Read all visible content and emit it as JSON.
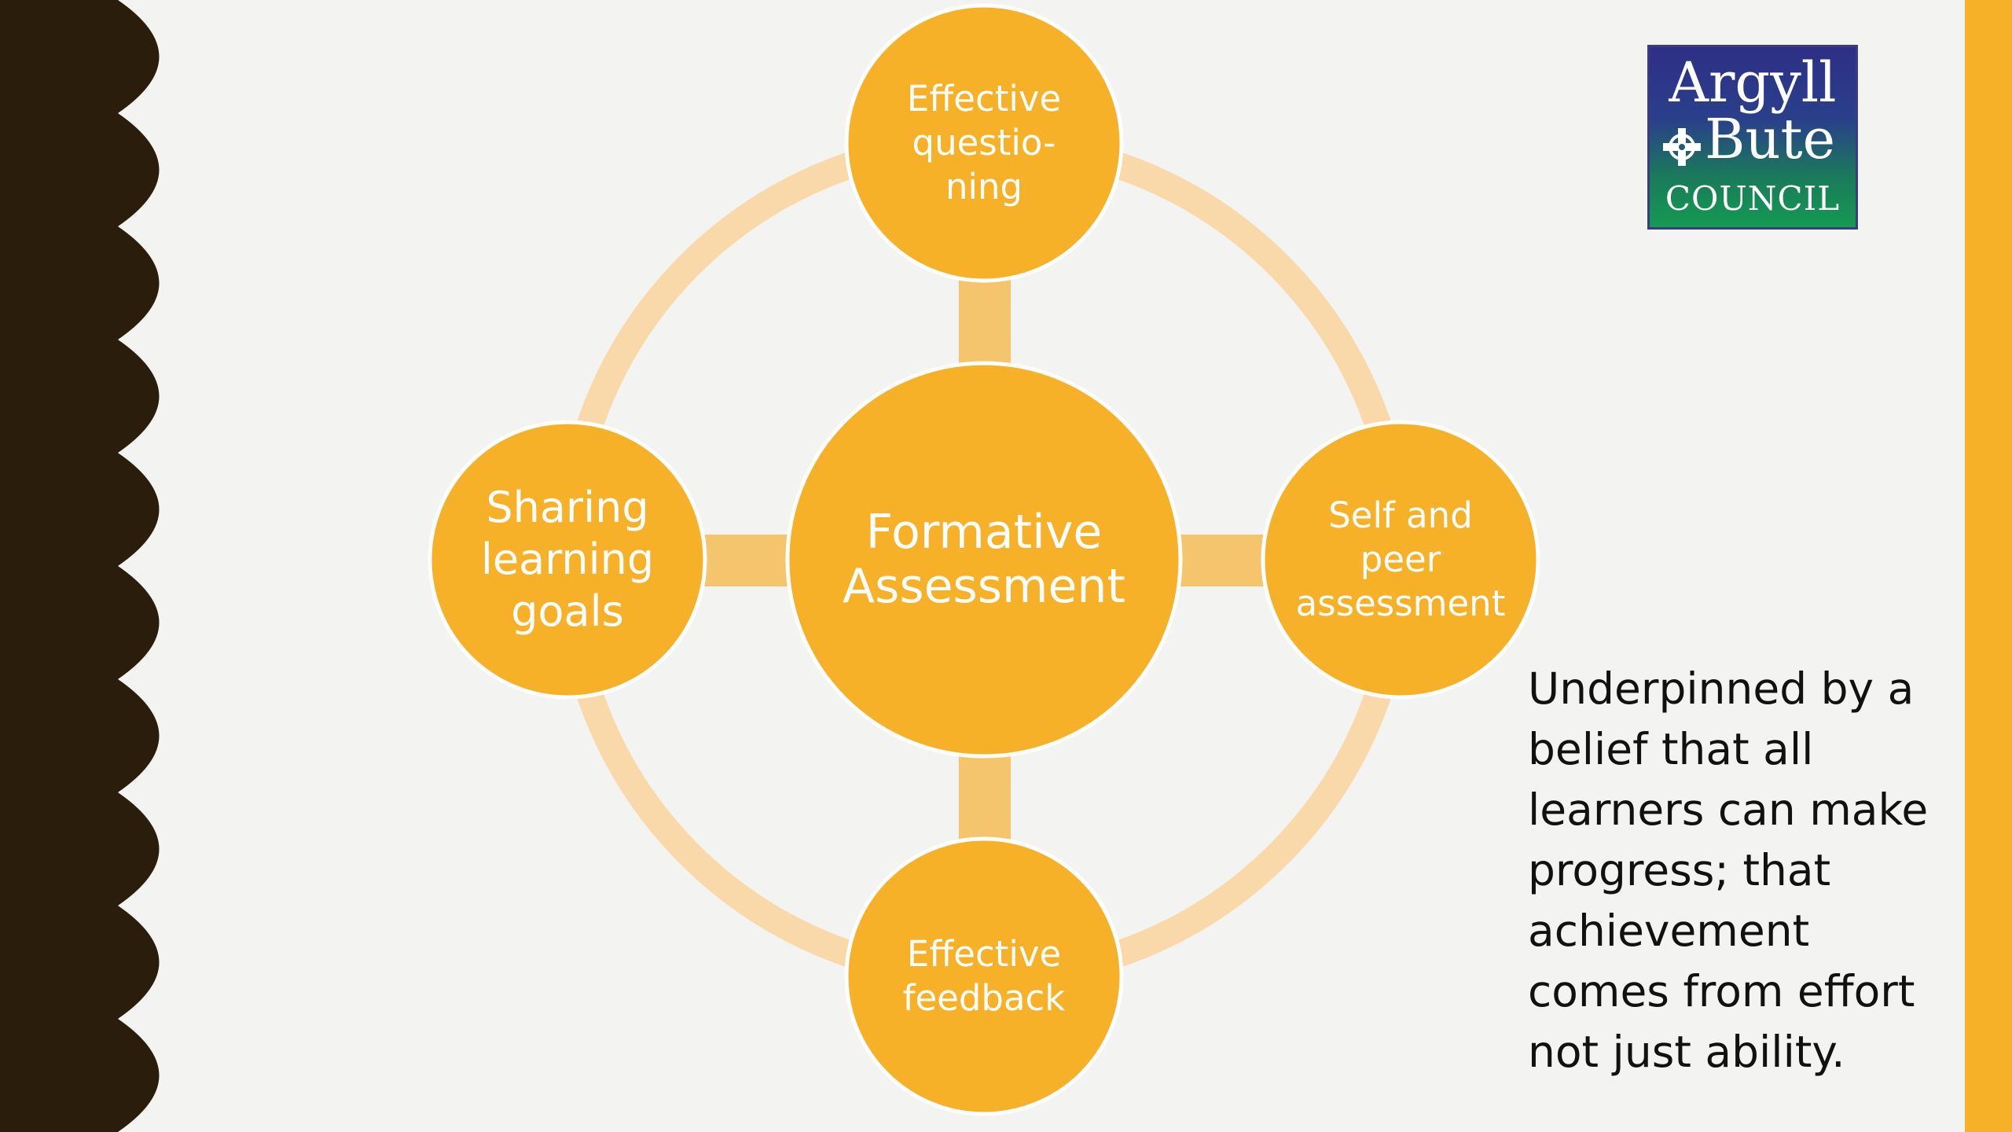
{
  "diagram": {
    "center": {
      "lines": [
        "Formative",
        "Assessment"
      ]
    },
    "nodes": {
      "top": {
        "lines": [
          "Effective",
          "questio-",
          "ning"
        ]
      },
      "right": {
        "lines": [
          "Self and",
          "peer",
          "assessment"
        ]
      },
      "bottom": {
        "lines": [
          "Effective",
          "feedback"
        ]
      },
      "left": {
        "lines": [
          "Sharing",
          "learning",
          "goals"
        ]
      }
    }
  },
  "caption": {
    "lines": [
      "Underpinned by a",
      "belief that all",
      "learners can make",
      "progress; that",
      "achievement",
      "comes from effort",
      "not just ability."
    ]
  },
  "logo": {
    "line1": "Argyll",
    "line2": "Bute",
    "line3": "COUNCIL"
  },
  "colors": {
    "accent": "#f7b128",
    "ring": "#f9d9a9",
    "connector": "#f4c56c",
    "left_band": "#2a1d0b",
    "right_band": "#f7b128",
    "background": "#f3f3f1"
  }
}
